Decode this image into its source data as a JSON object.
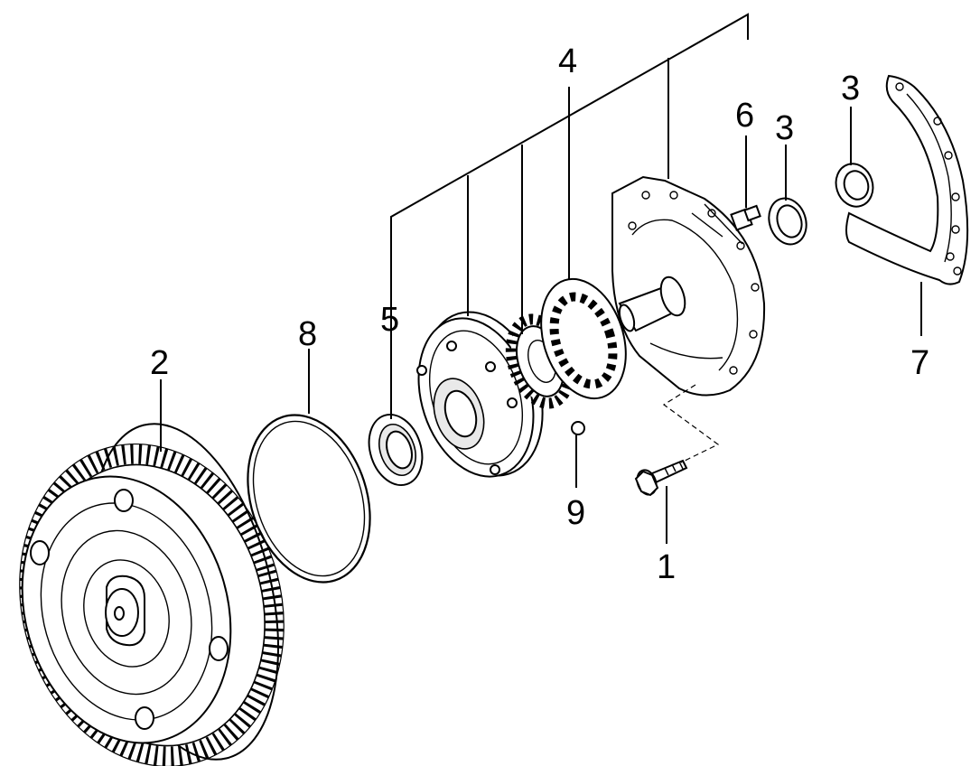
{
  "callouts": [
    {
      "label": "2",
      "part": "torque-converter"
    },
    {
      "label": "8",
      "part": "o-ring"
    },
    {
      "label": "5",
      "part": "pump-body-assembly"
    },
    {
      "label": "4",
      "part": "pump-gear-set"
    },
    {
      "label": "9",
      "part": "ball"
    },
    {
      "label": "1",
      "part": "bolt"
    },
    {
      "label": "6",
      "part": "plug"
    },
    {
      "label": "3",
      "part": "seal-ring-center"
    },
    {
      "label": "3",
      "part": "seal-ring-right"
    },
    {
      "label": "7",
      "part": "gasket"
    }
  ]
}
